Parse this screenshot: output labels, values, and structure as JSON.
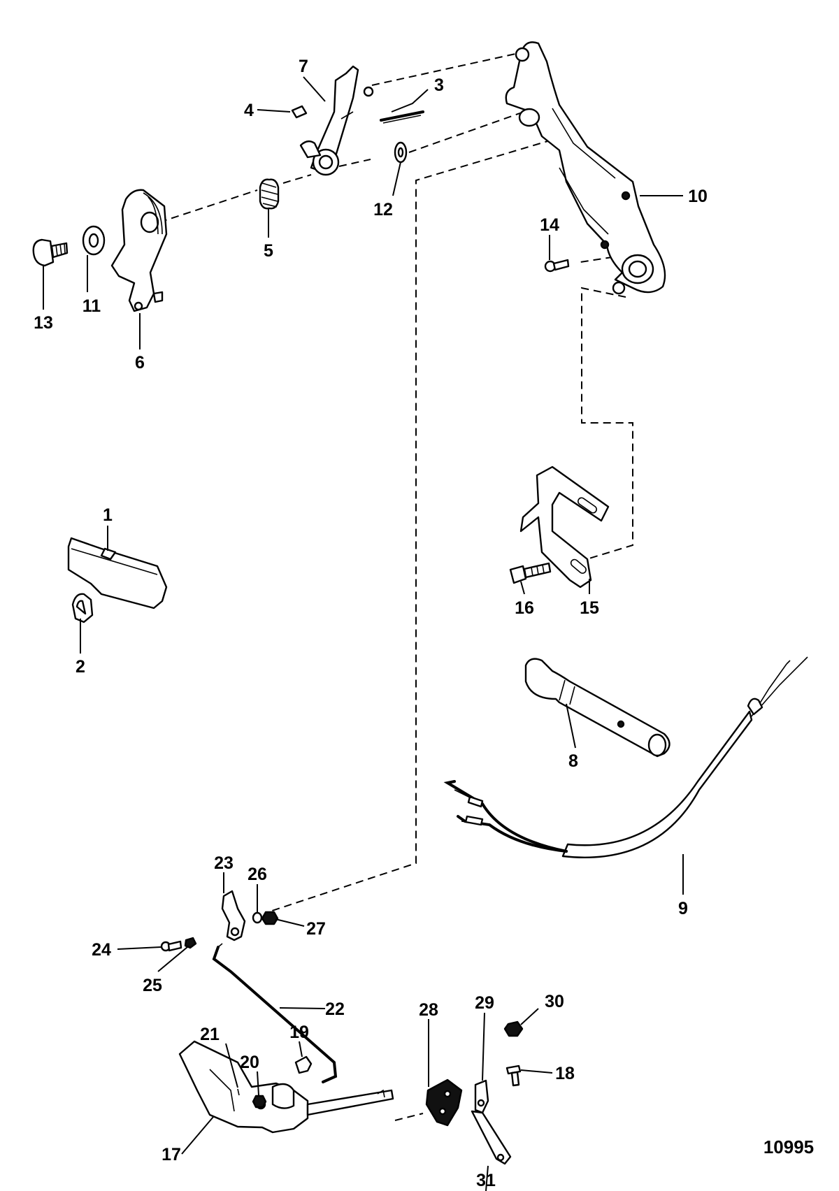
{
  "figure_number": "10995",
  "callouts": [
    {
      "id": "1",
      "text": "1"
    },
    {
      "id": "2",
      "text": "2"
    },
    {
      "id": "3",
      "text": "3"
    },
    {
      "id": "4",
      "text": "4"
    },
    {
      "id": "5",
      "text": "5"
    },
    {
      "id": "6",
      "text": "6"
    },
    {
      "id": "7",
      "text": "7"
    },
    {
      "id": "8",
      "text": "8"
    },
    {
      "id": "9",
      "text": "9"
    },
    {
      "id": "10",
      "text": "10"
    },
    {
      "id": "11",
      "text": "11"
    },
    {
      "id": "12",
      "text": "12"
    },
    {
      "id": "13",
      "text": "13"
    },
    {
      "id": "14",
      "text": "14"
    },
    {
      "id": "15",
      "text": "15"
    },
    {
      "id": "16",
      "text": "16"
    },
    {
      "id": "17",
      "text": "17"
    },
    {
      "id": "18",
      "text": "18"
    },
    {
      "id": "19",
      "text": "19"
    },
    {
      "id": "20",
      "text": "20"
    },
    {
      "id": "21",
      "text": "21"
    },
    {
      "id": "22",
      "text": "22"
    },
    {
      "id": "23",
      "text": "23"
    },
    {
      "id": "24",
      "text": "24"
    },
    {
      "id": "25",
      "text": "25"
    },
    {
      "id": "26",
      "text": "26"
    },
    {
      "id": "27",
      "text": "27"
    },
    {
      "id": "28",
      "text": "28"
    },
    {
      "id": "29",
      "text": "29"
    },
    {
      "id": "30",
      "text": "30"
    },
    {
      "id": "31",
      "text": "31"
    }
  ]
}
